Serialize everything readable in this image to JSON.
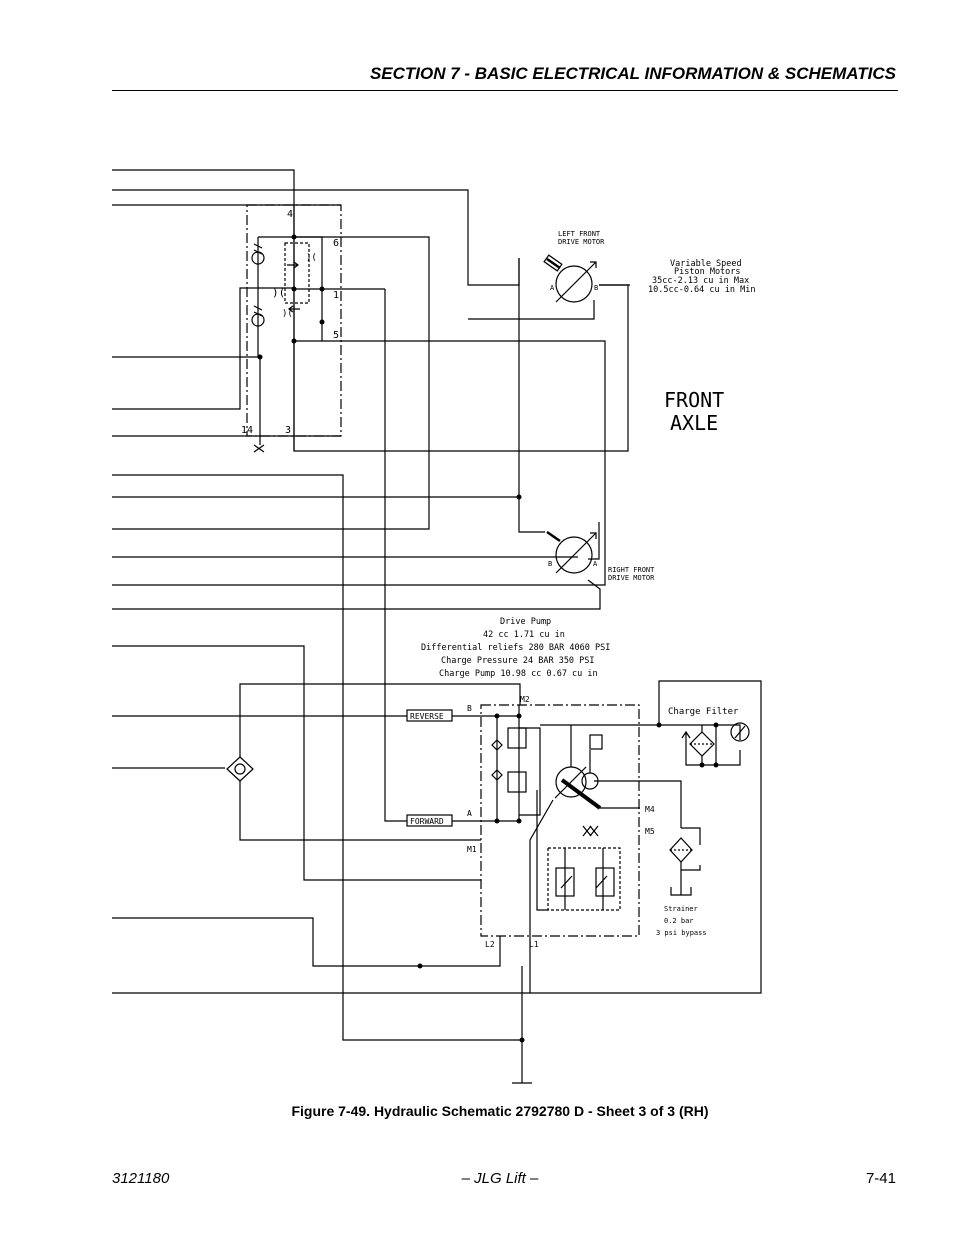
{
  "header": {
    "section_title": "SECTION 7 - BASIC ELECTRICAL INFORMATION & SCHEMATICS"
  },
  "figure": {
    "caption": "Figure 7-49.  Hydraulic Schematic 2792780 D - Sheet 3 of 3 (RH)"
  },
  "footer": {
    "doc_number": "3121180",
    "center_text": "– JLG Lift –",
    "page_number": "7-41"
  },
  "diagram": {
    "port_labels": {
      "p4": "4",
      "p6": "6",
      "p1": "1",
      "p5": "5",
      "p14": "14",
      "p3": "3"
    },
    "left_motor_label": [
      "LEFT FRONT",
      "DRIVE MOTOR"
    ],
    "right_motor_label": [
      "RIGHT FRONT",
      "DRIVE MOTOR"
    ],
    "motor_spec": [
      "Variable Speed",
      "Piston Motors",
      "35cc-2.13 cu in  Max",
      "10.5cc-0.64 cu in Min"
    ],
    "front_axle": [
      "FRONT",
      "AXLE"
    ],
    "pump_spec": [
      "Drive Pump",
      "42 cc 1.71 cu in",
      "Differential reliefs 280 BAR 4060 PSI",
      "Charge Pressure 24 BAR 350 PSI",
      "Charge Pump 10.98 cc 0.67 cu in"
    ],
    "charge_filter": "Charge Filter",
    "strainer": [
      "Strainer",
      "0.2 bar",
      "3 psi bypass"
    ],
    "reverse": "REVERSE",
    "forward": "FORWARD",
    "motor_ports": {
      "a": "A",
      "b": "B"
    },
    "pump_ports": {
      "b": "B",
      "a": "A",
      "m2": "M2",
      "m1": "M1",
      "m4": "M4",
      "m5": "M5",
      "l2": "L2",
      "l1": "L1"
    }
  }
}
